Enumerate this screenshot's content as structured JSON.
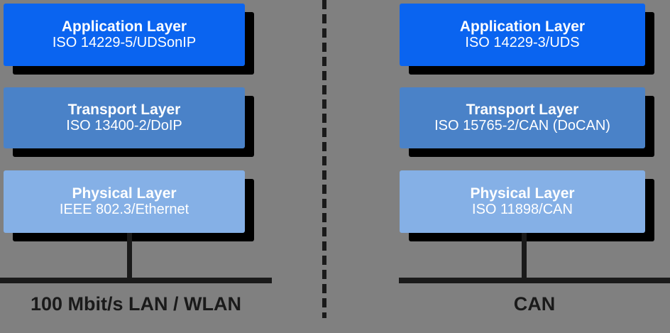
{
  "diagram": {
    "background_color": "#808080",
    "divider": {
      "name": "dashed-separator",
      "color": "#1a1a1a",
      "style": "dashed-vertical"
    },
    "stacks": [
      {
        "id": "ethernet-stack",
        "side": "left",
        "bus_label": "100 Mbit/s LAN / WLAN",
        "layers": [
          {
            "id": "application",
            "title": "Application Layer",
            "standard": "ISO 14229-5/UDSonIP",
            "color": "#0a64f0"
          },
          {
            "id": "transport",
            "title": "Transport Layer",
            "standard": "ISO 13400-2/DoIP",
            "color": "#4a82c8"
          },
          {
            "id": "physical",
            "title": "Physical Layer",
            "standard": "IEEE 802.3/Ethernet",
            "color": "#85b0e6"
          }
        ]
      },
      {
        "id": "can-stack",
        "side": "right",
        "bus_label": "CAN",
        "layers": [
          {
            "id": "application",
            "title": "Application Layer",
            "standard": "ISO 14229-3/UDS",
            "color": "#0a64f0"
          },
          {
            "id": "transport",
            "title": "Transport Layer",
            "standard": "ISO 15765-2/CAN (DoCAN)",
            "color": "#4a82c8"
          },
          {
            "id": "physical",
            "title": "Physical Layer",
            "standard": "ISO 11898/CAN",
            "color": "#85b0e6"
          }
        ]
      }
    ]
  }
}
